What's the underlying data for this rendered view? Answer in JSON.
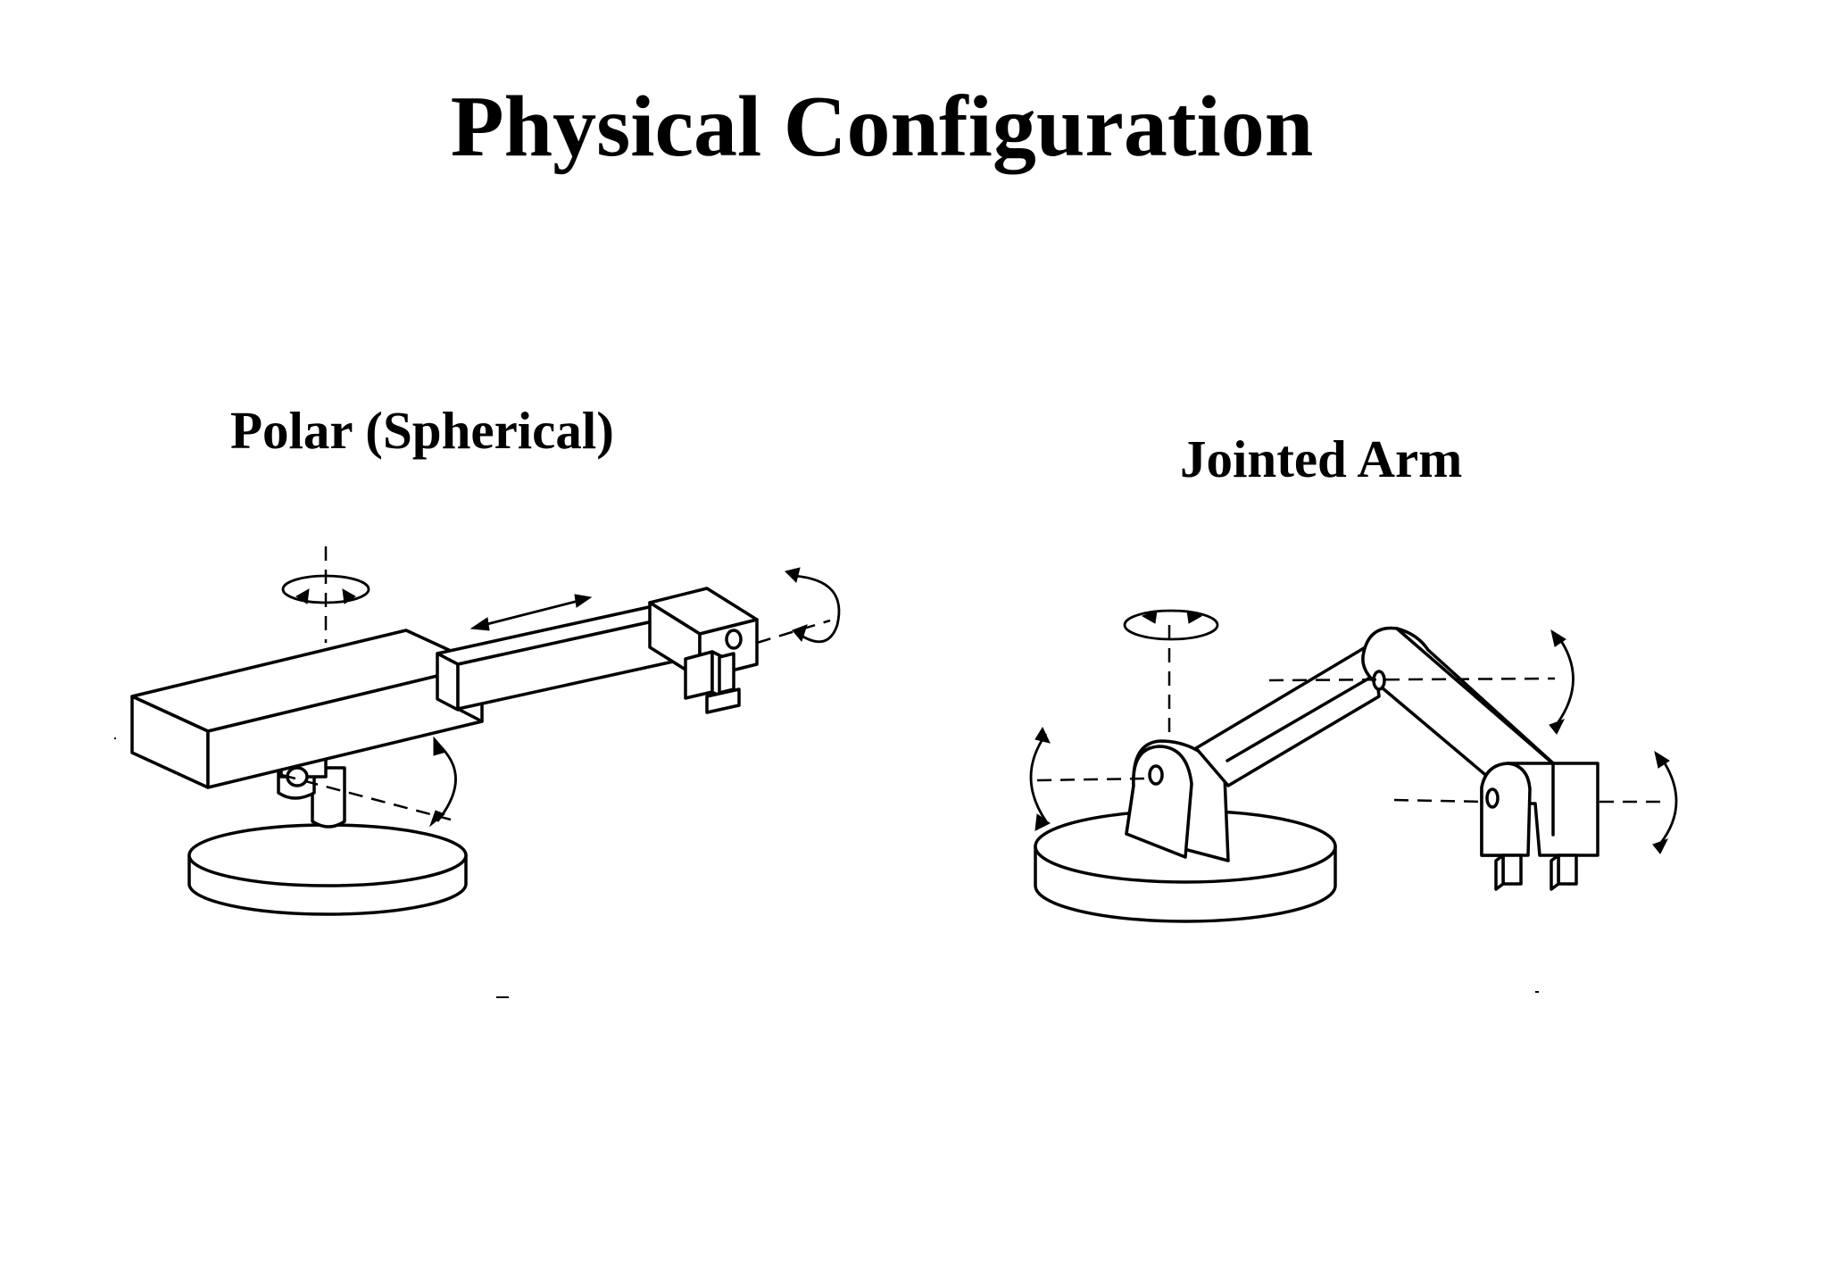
{
  "title": "Physical Configuration",
  "diagrams": [
    {
      "id": "polar",
      "label": "Polar (Spherical)"
    },
    {
      "id": "jointed",
      "label": "Jointed Arm"
    }
  ]
}
